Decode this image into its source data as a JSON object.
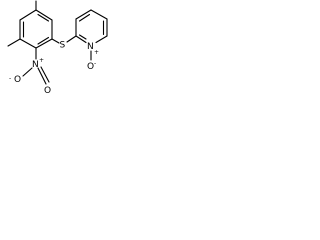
{
  "molecule": {
    "atoms": {
      "sulfur": "S",
      "ring_nitrogen": "N",
      "n_oxide_oxygen": "O",
      "nitro_nitrogen": "N",
      "nitro_oxygen_left": "O",
      "nitro_oxygen_right": "O"
    },
    "charges": {
      "ring_nitrogen": "+",
      "n_oxide_oxygen": "-",
      "nitro_nitrogen": "+",
      "nitro_oxygen_left": "-"
    },
    "colors": {
      "bond": "#000000",
      "label": "#000000",
      "background": "#ffffff"
    }
  }
}
